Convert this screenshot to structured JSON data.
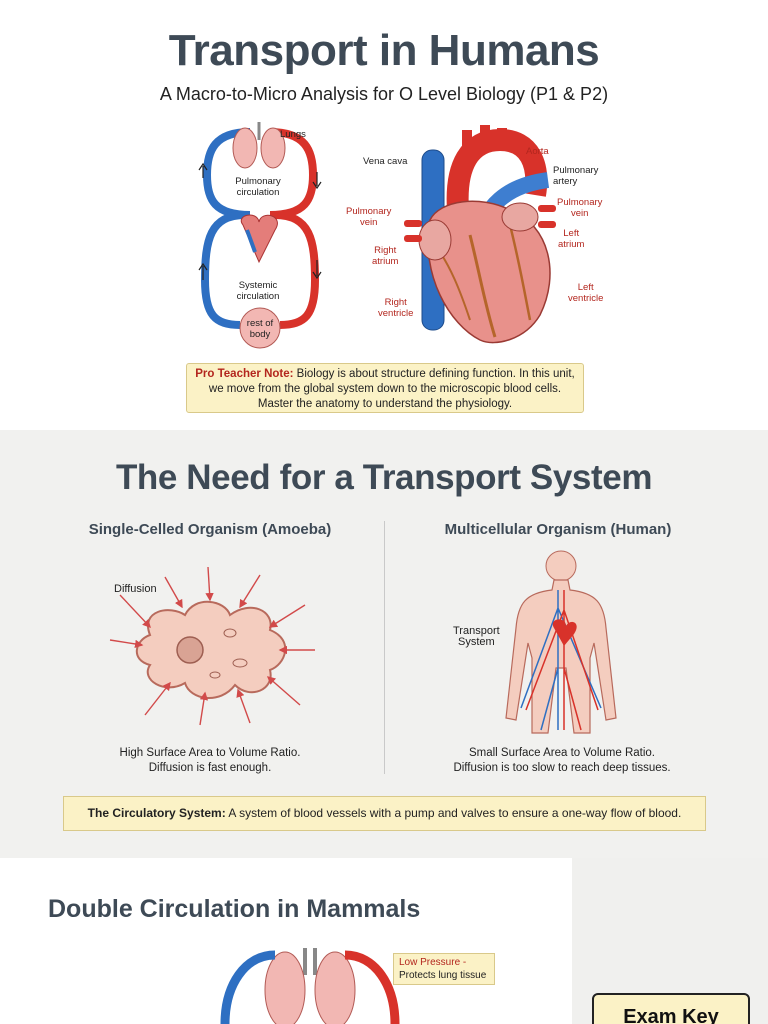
{
  "section1": {
    "title": "Transport in Humans",
    "subtitle": "A Macro-to-Micro Analysis for O Level Biology (P1 & P2)",
    "circulation_labels": {
      "lungs": "Lungs",
      "pulmonary": "Pulmonary\ncirculation",
      "systemic": "Systemic\ncirculation",
      "rest_of_body": "rest of\nbody"
    },
    "heart_labels": {
      "aorta": "Aorta",
      "vena_cava": "Vena cava",
      "pulmonary_artery": "Pulmonary\nartery",
      "pulmonary_vein_left": "Pulmonary\nvein",
      "pulmonary_vein_right": "Pulmonary\nvein",
      "left_atrium": "Left\natrium",
      "right_atrium": "Right\natrium",
      "left_ventricle": "Left\nventricle",
      "right_ventricle": "Right\nventricle"
    },
    "note": {
      "label": "Pro Teacher Note:",
      "text": " Biology is about structure defining function. In this unit, we move from the global system down to the microscopic blood cells. Master the anatomy to understand the physiology."
    }
  },
  "section2": {
    "title": "The Need for a Transport System",
    "left_heading": "Single-Celled Organism (Amoeba)",
    "right_heading": "Multicellular Organism (Human)",
    "diffusion_label": "Diffusion",
    "transport_label": "Transport\nSystem",
    "left_caption": "High Surface Area to Volume Ratio.\nDiffusion is fast enough.",
    "right_caption": "Small Surface Area to Volume Ratio.\nDiffusion is too slow to reach deep tissues.",
    "definition": {
      "term": "The Circulatory System:",
      "text": " A system of blood vessels with a pump and valves to ensure a one-way flow of blood."
    }
  },
  "section3": {
    "title": "Double Circulation in Mammals",
    "low_pressure_label": "Low Pressure -",
    "low_pressure_text": "Protects lung tissue",
    "exam_key": "Exam Key"
  },
  "colors": {
    "heading": "#3e4a56",
    "artery_red": "#d8322a",
    "vein_blue": "#2e6fc2",
    "note_bg": "#fbf2c6",
    "note_label": "#b3261e"
  }
}
